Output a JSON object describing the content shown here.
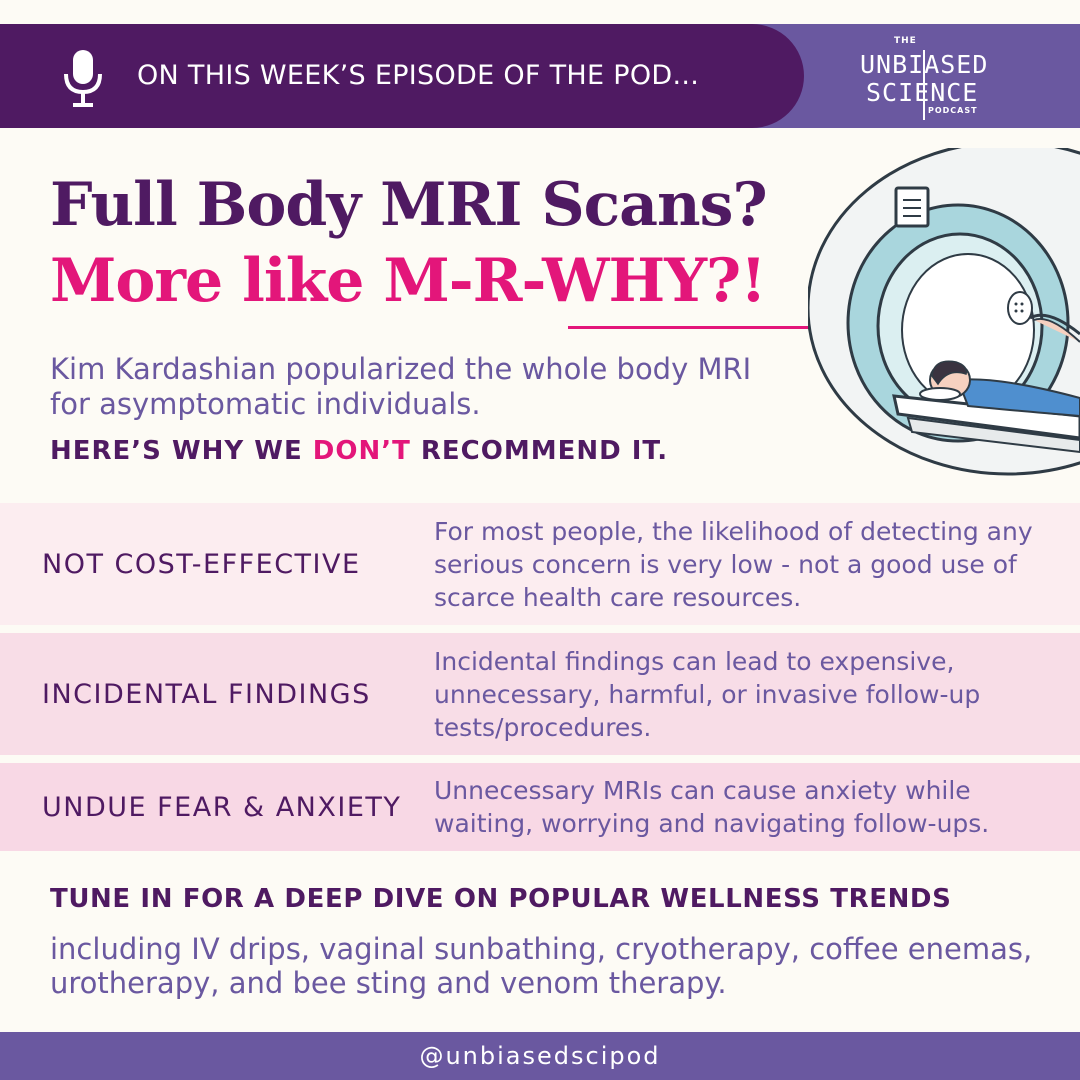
{
  "header": {
    "mic_icon": "microphone-icon",
    "episode_text": "ON THIS WEEK’S EPISODE OF THE POD...",
    "colors": {
      "dark_purple": "#4f1a62",
      "light_purple": "#6a58a0"
    }
  },
  "logo": {
    "the": "THE",
    "line1": "UNBIASED",
    "line2": "SCIENCE",
    "podcast": "PODCAST"
  },
  "title": {
    "line1": "Full Body MRI Scans?",
    "line2": "More like M-R-WHY?!",
    "accent_color": "#e3167a"
  },
  "intro": "Kim Kardashian popularized the whole body MRI for asymptomatic individuals.",
  "why": {
    "before": "HERE’S WHY WE ",
    "highlight": "DON’T",
    "after": " RECOMMEND IT."
  },
  "illustration": "mri-scanner-illustration",
  "reasons": [
    {
      "label": "NOT COST-EFFECTIVE",
      "desc": "For most people, the likelihood of detecting any serious concern is very low - not a good use of scarce health care resources."
    },
    {
      "label": "INCIDENTAL FINDINGS",
      "desc": "Incidental findings can lead to expensive, unnecessary, harmful, or invasive follow-up tests/procedures."
    },
    {
      "label": "UNDUE FEAR & ANXIETY",
      "desc": "Unnecessary MRIs can cause anxiety while waiting, worrying and navigating follow-ups."
    }
  ],
  "tune_in": {
    "heading": "TUNE IN FOR A DEEP DIVE ON POPULAR WELLNESS TRENDS",
    "desc": "including IV drips, vaginal sunbathing, cryotherapy, coffee enemas, urotherapy, and bee sting and venom therapy."
  },
  "footer": {
    "handle": "@unbiasedscipod"
  }
}
